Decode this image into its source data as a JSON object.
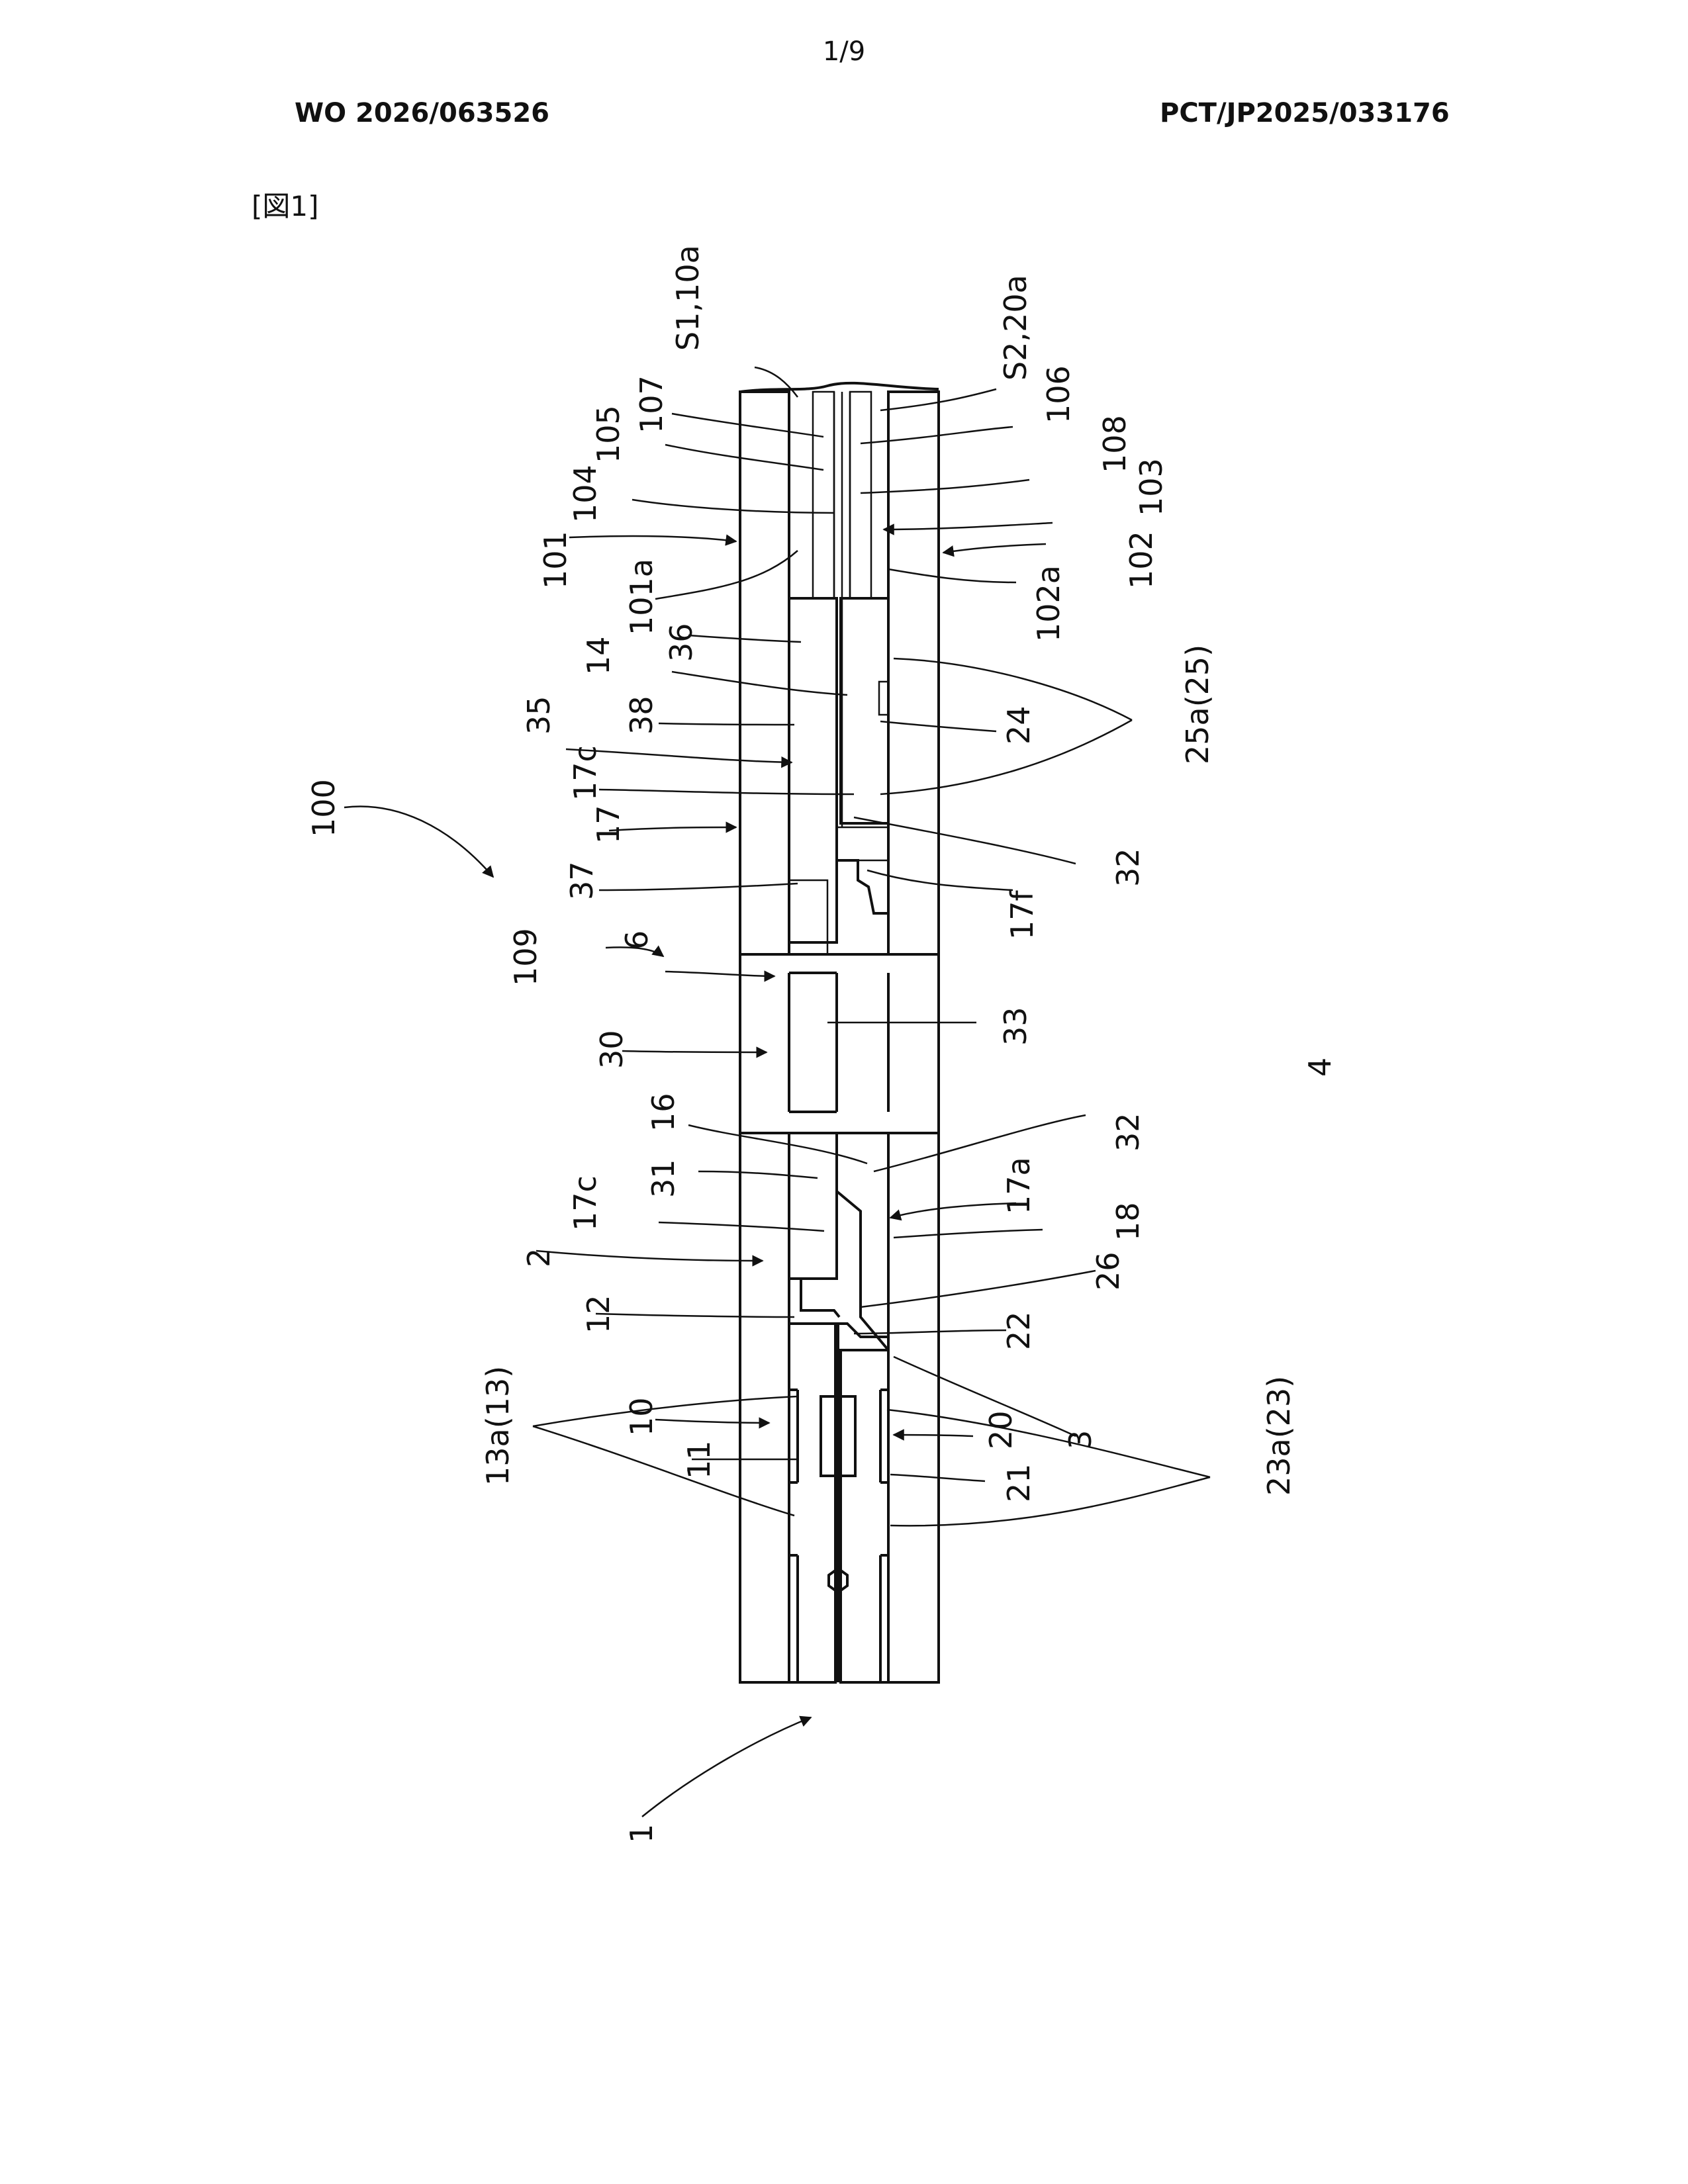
{
  "header": {
    "page_number": "1/9",
    "publication_left": "WO 2026/063526",
    "publication_right": "PCT/JP2025/033176"
  },
  "figure": {
    "label": "[図1]",
    "reference_labels": [
      "S1,10a",
      "S2,20a",
      "107",
      "106",
      "105",
      "108",
      "104",
      "103",
      "101",
      "102",
      "101a",
      "102a",
      "36",
      "14",
      "25a(25)",
      "38",
      "24",
      "35",
      "17c",
      "32",
      "17",
      "37",
      "17f",
      "100",
      "109",
      "6",
      "33",
      "30",
      "4",
      "16",
      "32",
      "31",
      "17a",
      "17c",
      "18",
      "2",
      "26",
      "12",
      "22",
      "13a(13)",
      "10",
      "3",
      "20",
      "11",
      "21",
      "23a(23)",
      "1"
    ]
  }
}
